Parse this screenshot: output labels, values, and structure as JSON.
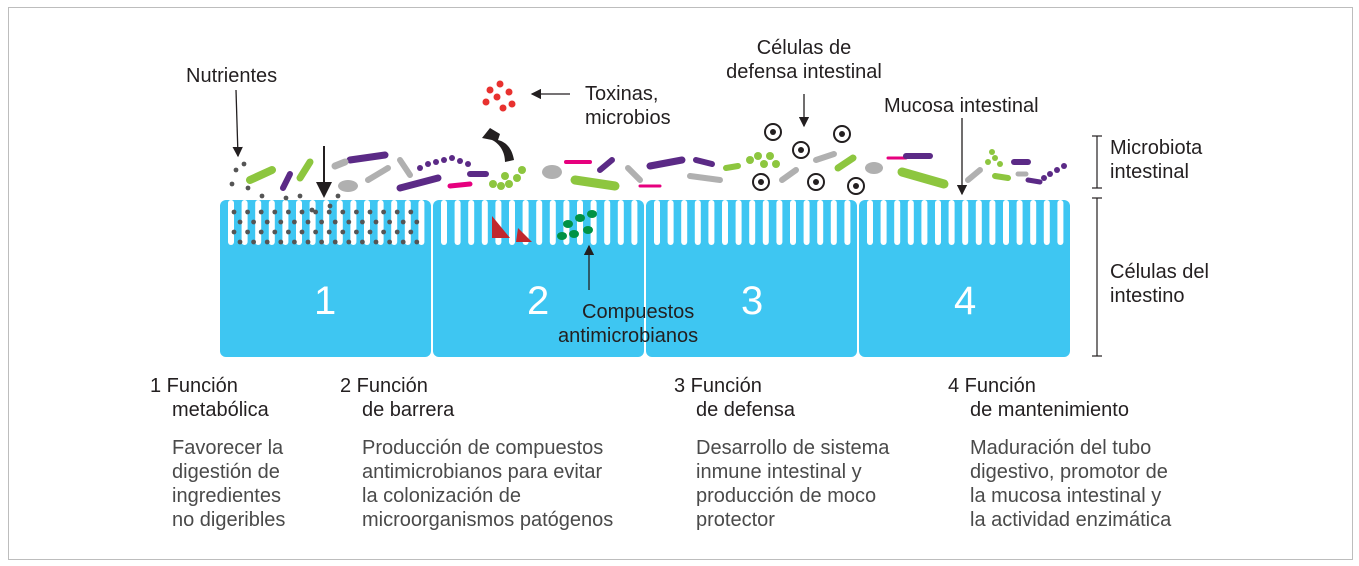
{
  "labels": {
    "nutrients": "Nutrientes",
    "toxins_line1": "Toxinas,",
    "toxins_line2": "microbios",
    "defense_cells_line1": "Células de",
    "defense_cells_line2": "defensa intestinal",
    "mucosa": "Mucosa intestinal",
    "microbiota_line1": "Microbiota",
    "microbiota_line2": "intestinal",
    "gut_cells_line1": "Células del",
    "gut_cells_line2": "intestino",
    "antimicrobial_line1": "Compuestos",
    "antimicrobial_line2": "antimicrobianos"
  },
  "blocks": [
    "1",
    "2",
    "3",
    "4"
  ],
  "functions": [
    {
      "title_line1": "1 Función",
      "title_line2": "metabólica",
      "body": [
        "Favorecer la",
        "digestión de",
        "ingredientes",
        "no digeribles"
      ]
    },
    {
      "title_line1": "2 Función",
      "title_line2": "de barrera",
      "body": [
        "Producción de compuestos",
        "antimicrobianos para evitar",
        "la colonización de",
        "microorganismos patógenos"
      ]
    },
    {
      "title_line1": "3 Función",
      "title_line2": "de defensa",
      "body": [
        "Desarrollo de sistema",
        "inmune intestinal y",
        "producción de moco",
        "protector"
      ]
    },
    {
      "title_line1": "4 Función",
      "title_line2": "de mantenimiento",
      "body": [
        "Maduración del tubo",
        "digestivo, promotor de",
        "la mucosa intestinal y",
        "la actividad enzimática"
      ]
    }
  ],
  "colors": {
    "cell_blue": "#3ec6f2",
    "bacteria_purple": "#5b2a86",
    "bacteria_green": "#8dc63f",
    "bacteria_gray": "#b0b0b0",
    "bacteria_pink": "#e6007e",
    "toxin_red": "#e8312f",
    "antimicrobial_green": "#009245",
    "triangle_red": "#c1272d"
  }
}
